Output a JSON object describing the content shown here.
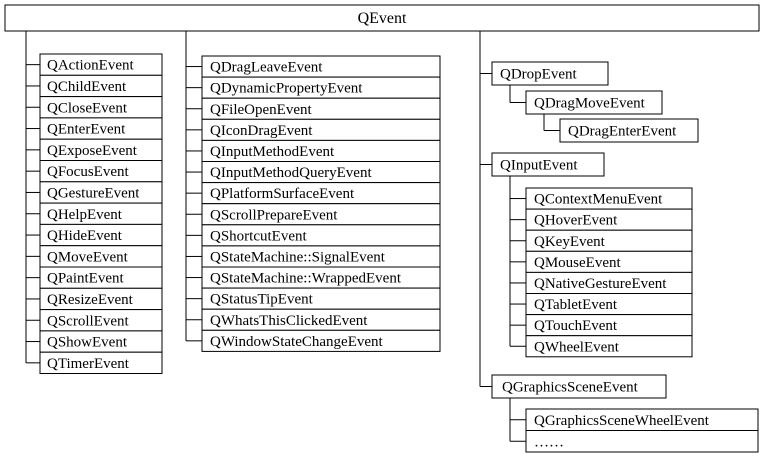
{
  "root": "QEvent",
  "column1": [
    "QActionEvent",
    "QChildEvent",
    "QCloseEvent",
    "QEnterEvent",
    "QExposeEvent",
    "QFocusEvent",
    "QGestureEvent",
    "QHelpEvent",
    "QHideEvent",
    "QMoveEvent",
    "QPaintEvent",
    "QResizeEvent",
    "QScrollEvent",
    "QShowEvent",
    "QTimerEvent"
  ],
  "column2": [
    "QDragLeaveEvent",
    "QDynamicPropertyEvent",
    "QFileOpenEvent",
    "QIconDragEvent",
    "QInputMethodEvent",
    "QInputMethodQueryEvent",
    "QPlatformSurfaceEvent",
    "QScrollPrepareEvent",
    "QShortcutEvent",
    "QStateMachine::SignalEvent",
    "QStateMachine::WrappedEvent",
    "QStatusTipEvent",
    "QWhatsThisClickedEvent",
    "QWindowStateChangeEvent"
  ],
  "drop": {
    "label": "QDropEvent",
    "child": "QDragMoveEvent",
    "grandchild": "QDragEnterEvent"
  },
  "input": {
    "label": "QInputEvent",
    "children": [
      "QContextMenuEvent",
      "QHoverEvent",
      "QKeyEvent",
      "QMouseEvent",
      "QNativeGestureEvent",
      "QTabletEvent",
      "QTouchEvent",
      "QWheelEvent"
    ]
  },
  "graphics": {
    "label": "QGraphicsSceneEvent",
    "children": [
      "QGraphicsSceneWheelEvent",
      "……"
    ]
  }
}
